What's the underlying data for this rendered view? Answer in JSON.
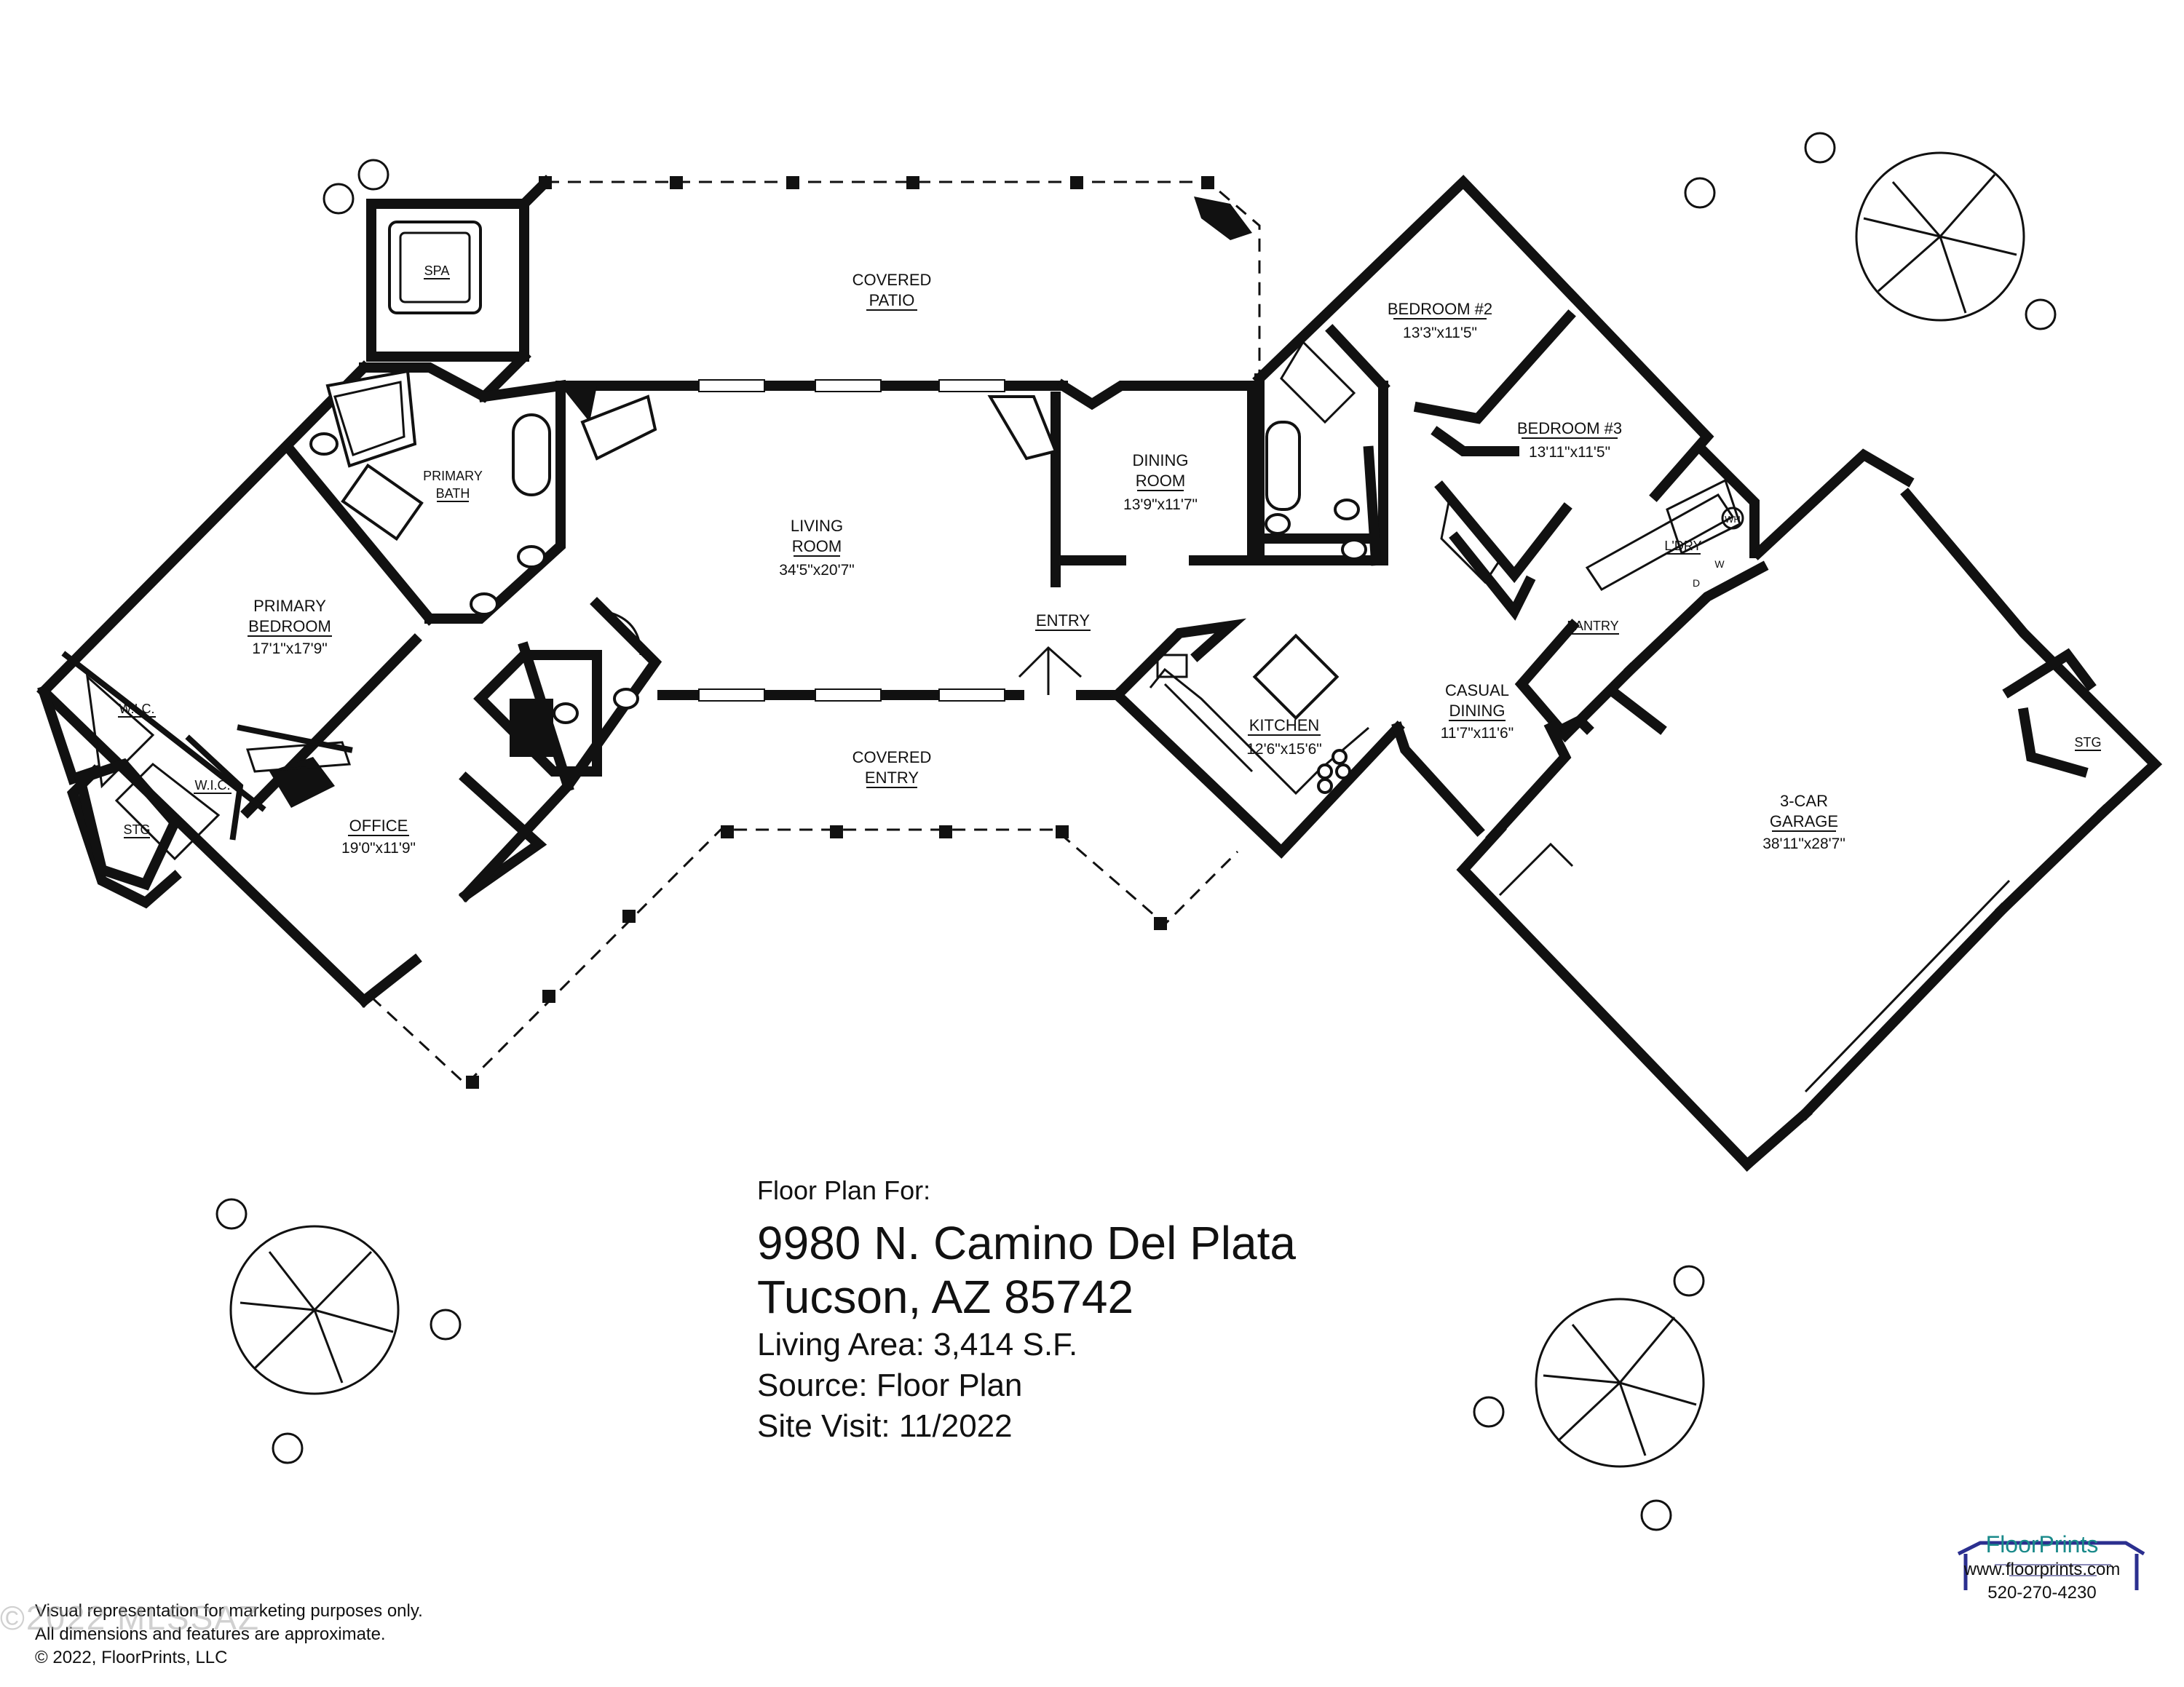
{
  "rooms": {
    "spa": {
      "label": "SPA"
    },
    "covered_patio": {
      "label1": "COVERED",
      "label2": "PATIO"
    },
    "primary_bath": {
      "label1": "PRIMARY",
      "label2": "BATH"
    },
    "primary_bedroom": {
      "label1": "PRIMARY",
      "label2": "BEDROOM",
      "dim": "17'1\"x17'9\""
    },
    "wic1": {
      "label": "W.I.C."
    },
    "wic2": {
      "label": "W.I.C."
    },
    "stg_left": {
      "label": "STG"
    },
    "office": {
      "label": "OFFICE",
      "dim": "19'0\"x11'9\""
    },
    "living_room": {
      "label1": "LIVING",
      "label2": "ROOM",
      "dim": "34'5\"x20'7\""
    },
    "dining_room": {
      "label1": "DINING",
      "label2": "ROOM",
      "dim": "13'9\"x11'7\""
    },
    "entry": {
      "label": "ENTRY"
    },
    "covered_entry": {
      "label1": "COVERED",
      "label2": "ENTRY"
    },
    "kitchen": {
      "label": "KITCHEN",
      "dim": "12'6\"x15'6\""
    },
    "bedroom2": {
      "label": "BEDROOM #2",
      "dim": "13'3\"x11'5\""
    },
    "bedroom3": {
      "label": "BEDROOM #3",
      "dim": "13'11\"x11'5\""
    },
    "laundry": {
      "label": "L'DRY"
    },
    "wh": {
      "label": "WH"
    },
    "dryer": {
      "label": "D"
    },
    "washer": {
      "label": "W"
    },
    "pantry": {
      "label": "PANTRY"
    },
    "casual_dining": {
      "label1": "CASUAL",
      "label2": "DINING",
      "dim": "11'7\"x11'6\""
    },
    "garage": {
      "label1": "3-CAR",
      "label2": "GARAGE",
      "dim": "38'11\"x28'7\""
    },
    "stg_right": {
      "label": "STG"
    }
  },
  "info": {
    "line1": "Floor Plan For:",
    "address1": "9980 N. Camino Del Plata",
    "address2": "Tucson, AZ  85742",
    "living_area": "Living Area:  3,414 S.F.",
    "source": "Source:  Floor Plan",
    "site_visit": "Site Visit:  11/2022"
  },
  "disclaimer": {
    "line1": "Visual representation for marketing purposes only.",
    "line2": "All dimensions and features are approximate.",
    "line3": "© 2022, FloorPrints, LLC"
  },
  "brand": {
    "name": "FloorPrints",
    "url": "www.floorprints.com",
    "phone": "520-270-4230",
    "logo_color": "#2b2f8f",
    "name_color": "#1a8a8a"
  },
  "watermark": "©2022 MLSSAZ"
}
